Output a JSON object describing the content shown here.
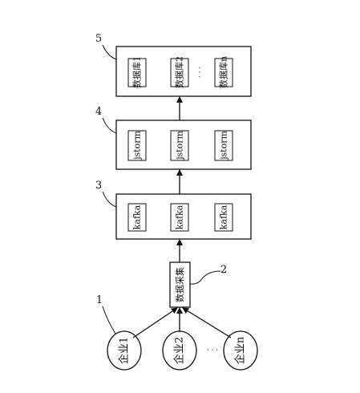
{
  "diagram": {
    "nodes": {
      "enterprises": [
        "企业1",
        "企业2",
        "企业n"
      ],
      "enterprise_ellipsis": "· · ·",
      "collector": "数据采集",
      "kafka": [
        "kafka",
        "kafka",
        "kafka"
      ],
      "jstorm": [
        "jstorm",
        "jstorm",
        "jstorm"
      ],
      "databases": [
        "数据库1",
        "数据库2",
        "数据库n"
      ],
      "db_ellipsis": "· · ·"
    },
    "reference_numerals": {
      "enterprises": "1",
      "collector": "2",
      "kafka_layer": "3",
      "jstorm_layer": "4",
      "database_layer": "5"
    },
    "edges": [
      [
        "企业1",
        "数据采集"
      ],
      [
        "企业2",
        "数据采集"
      ],
      [
        "企业n",
        "数据采集"
      ],
      [
        "数据采集",
        "kafka layer"
      ],
      [
        "kafka layer",
        "jstorm layer"
      ],
      [
        "jstorm layer",
        "database layer"
      ]
    ]
  }
}
